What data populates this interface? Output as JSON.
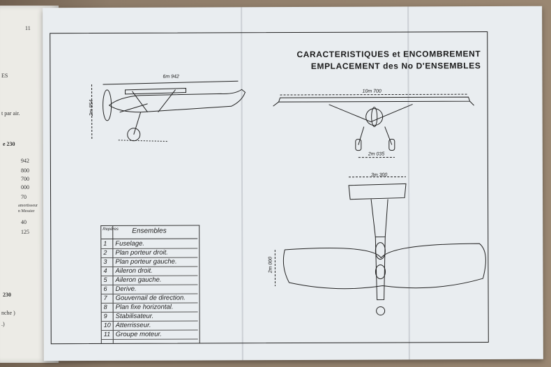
{
  "left_page": {
    "page_number": "11",
    "lines": [
      "ES",
      "t par air.",
      "e 230",
      "942",
      "800",
      "700",
      "000",
      "70",
      "amortisseur",
      "n Messier",
      "40",
      "125",
      "230",
      "nche )",
      ".)"
    ]
  },
  "sheet": {
    "title_line1": "CARACTERISTIQUES et ENCOMBREMENT",
    "title_line2": "EMPLACEMENT des No D'ENSEMBLES",
    "dimensions": {
      "length": "6m 942",
      "height": "2m 854",
      "span": "10m 700",
      "track": "2m 035",
      "tail_span": "3m 300",
      "chord": "2m 000"
    },
    "legend": {
      "header_number": "Repères",
      "header_label": "Ensembles",
      "items": [
        {
          "n": "1",
          "label": "Fuselage."
        },
        {
          "n": "2",
          "label": "Plan porteur droit."
        },
        {
          "n": "3",
          "label": "Plan porteur gauche."
        },
        {
          "n": "4",
          "label": "Aileron droit."
        },
        {
          "n": "5",
          "label": "Aileron gauche."
        },
        {
          "n": "6",
          "label": "Derive."
        },
        {
          "n": "7",
          "label": "Gouvernail de direction."
        },
        {
          "n": "8",
          "label": "Plan fixe horizontal."
        },
        {
          "n": "9",
          "label": "Stabilisateur."
        },
        {
          "n": "10",
          "label": "Atterrisseur."
        },
        {
          "n": "11",
          "label": "Groupe moteur."
        }
      ]
    }
  }
}
